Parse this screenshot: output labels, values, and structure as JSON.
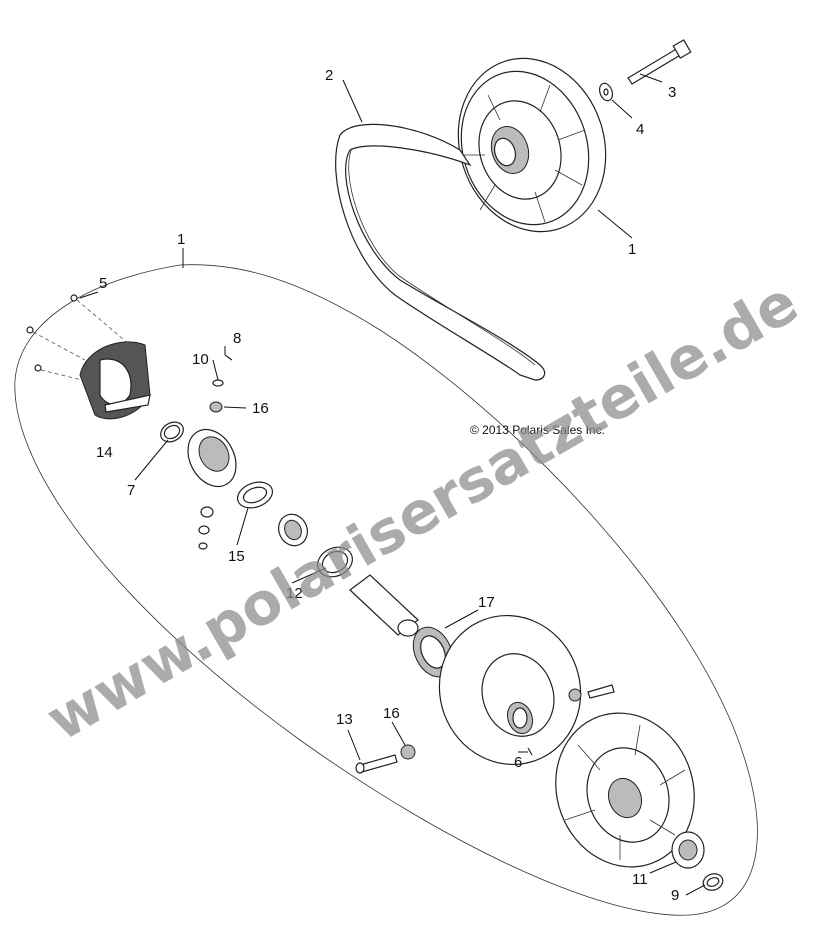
{
  "diagram": {
    "copyright": "© 2013 Polaris Sales Inc.",
    "watermark": "www.polarisersatzteile.de",
    "callouts": {
      "c1_top": "1",
      "c1_group": "1",
      "c2": "2",
      "c3": "3",
      "c4": "4",
      "c5": "5",
      "c6": "6",
      "c7": "7",
      "c8": "8",
      "c9": "9",
      "c10": "10",
      "c11": "11",
      "c12": "12",
      "c13": "13",
      "c14": "14",
      "c15": "15",
      "c16_upper": "16",
      "c16_lower": "16",
      "c17": "17"
    }
  }
}
